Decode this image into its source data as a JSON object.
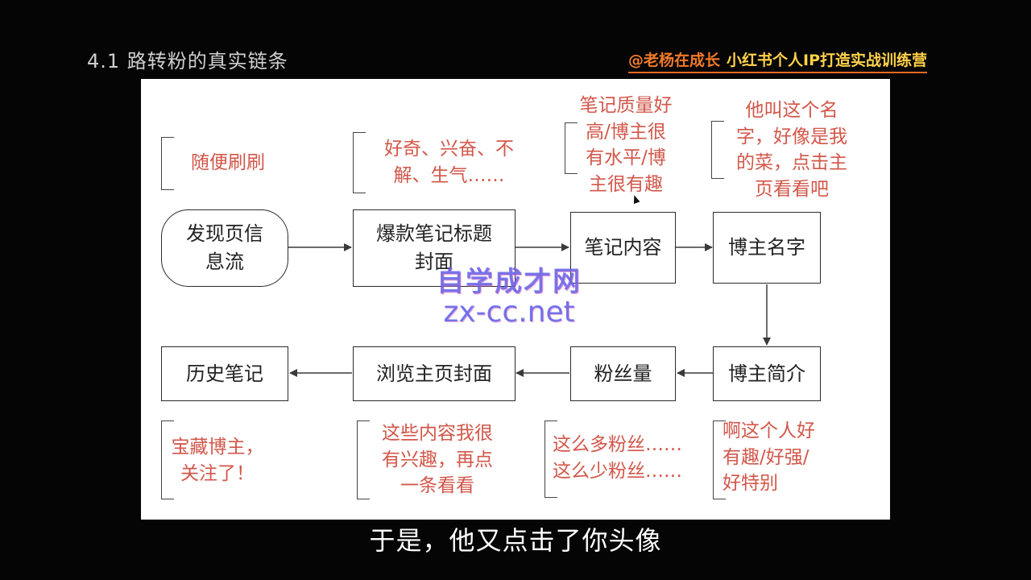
{
  "header": {
    "title": "4.1 路转粉的真实链条",
    "brand_handle": "@老杨在成长",
    "brand_course": "小红书个人IP打造实战训练营"
  },
  "flow": {
    "nodes": [
      "发现页信\n息流",
      "爆款笔记标题\n封面",
      "笔记内容",
      "博主名字",
      "博主简介",
      "粉丝量",
      "浏览主页封面",
      "历史笔记"
    ],
    "notes": [
      "随便刷刷",
      "好奇、兴奋、不\n解、生气……",
      "笔记质量好\n高/博主很\n有水平/博\n主很有趣",
      "他叫这个名\n字，好像是我\n的菜，点击主\n页看看吧",
      "宝藏博主，\n关注了！",
      "这些内容我很\n有兴趣，再点\n一条看看",
      "这么多粉丝……\n这么少粉丝……",
      "啊这个人好\n有趣/好强/\n好特别"
    ]
  },
  "watermark": {
    "text_cn": "自学成才网",
    "url": "zx-cc.net"
  },
  "subtitle": "于是，他又点击了你头像"
}
